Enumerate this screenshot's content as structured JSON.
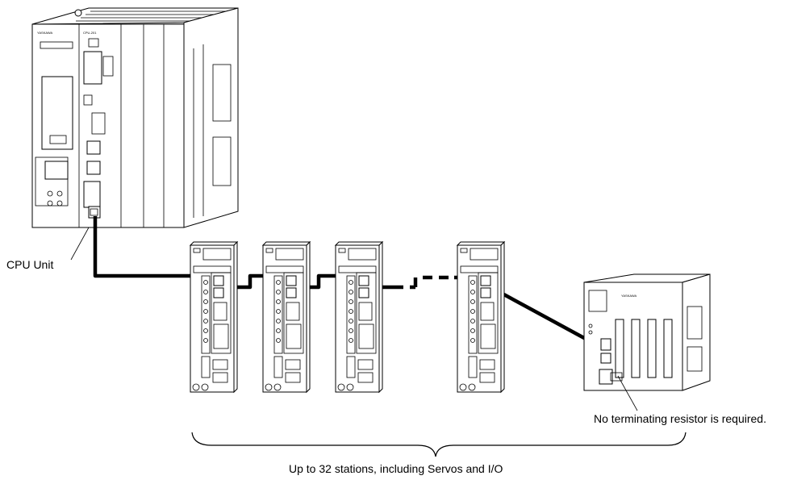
{
  "labels": {
    "cpu_unit": "CPU Unit",
    "terminator_note": "No terminating resistor is required.",
    "station_range": "Up to 32 stations, including Servos and I/O"
  },
  "device_text": {
    "brand": "YASKAWA",
    "cpu_model": "CPU-201",
    "io_brand": "YASKAWA"
  },
  "servo_count_shown": 4
}
